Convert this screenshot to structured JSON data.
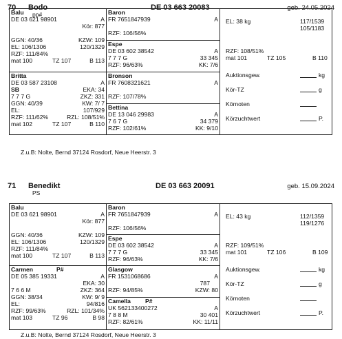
{
  "entries": [
    {
      "number": "70",
      "name": "Bodo",
      "sub": "pp#",
      "reg": "DE 03 663 20083",
      "birth": "geb. 24.05.2024",
      "sire": {
        "name": "Balu",
        "line1": "DE 03 621 98901",
        "line1r": "A",
        "line2r": "Kör: 877",
        "ggn": "GGN: 40/36",
        "kzw": "KZW: 109",
        "el": "EL:  106/1306",
        "elr": "120/1329",
        "rzf": "RZF: 111/84%",
        "mat": "mat 100",
        "tz": "TZ 107",
        "bv": "B 113"
      },
      "sire_sire": {
        "name": "Baron",
        "line1": "FR 7651847939",
        "line1r": "A",
        "rzf": "RZF: 106/56%"
      },
      "sire_dam": {
        "name": "Espe",
        "line1": "DE 03 602 38542",
        "line1r": "A",
        "line2": "7 7 7 G",
        "line2r": "33 345",
        "rzf": "RZF: 96/63%",
        "kk": "KK: 7/6"
      },
      "dam": {
        "name": "Britta",
        "line1": "DE 03 587 23108",
        "line1r": "A",
        "sb": "SB",
        "eka": "EKA: 34",
        "line3": "7 7 7 G",
        "zkz": "ZKZ: 331",
        "ggn": "GGN: 40/39",
        "kw": "KW: 7/ 7",
        "el": "EL:",
        "elr": "107/929",
        "rzf": "RZF: 111/62%",
        "rzl": "RZL: 108/51%",
        "mat": "mat 102",
        "tz": "TZ 107",
        "bv": "B 110"
      },
      "dam_sire": {
        "name": "Bronson",
        "line1": "FR 7608321621",
        "line1r": "A",
        "rzf": "RZF: 107/78%"
      },
      "dam_dam": {
        "name": "Bettina",
        "line1": "DE 13 046 29983",
        "line1r": "A",
        "line2": "7 6 7 G",
        "line2r": "34 379",
        "rzf": "RZF: 102/61%",
        "kk": "KK: 9/10"
      },
      "own": {
        "el": "EL: 38 kg",
        "el1": "117/1539",
        "el2": "105/1183",
        "rzf": "RZF: 108/51%",
        "mat": "mat 101",
        "tz": "TZ 105",
        "bv": "B 110",
        "auction": "Auktionsgew.",
        "kg": "kg",
        "kortz": "Kör-TZ",
        "g": "g",
        "kornoten": "Körnoten",
        "korzucht": "Körzuchtwert",
        "p": "P."
      },
      "footer": "Z.u.B: Nolte, Bernd 37124 Rosdorf, Neue Heerstr. 3"
    },
    {
      "number": "71",
      "name": "Benedikt",
      "sub": "PS",
      "reg": "DE 03 663 20091",
      "birth": "geb. 15.09.2024",
      "sire": {
        "name": "Balu",
        "line1": "DE 03 621 98901",
        "line1r": "A",
        "line2r": "Kör: 877",
        "ggn": "GGN: 40/36",
        "kzw": "KZW: 109",
        "el": "EL:  106/1306",
        "elr": "120/1329",
        "rzf": "RZF: 111/84%",
        "mat": "mat 100",
        "tz": "TZ 107",
        "bv": "B 113"
      },
      "sire_sire": {
        "name": "Baron",
        "line1": "FR 7651847939",
        "line1r": "A",
        "rzf": "RZF: 106/56%"
      },
      "sire_dam": {
        "name": "Espe",
        "line1": "DE 03 602 38542",
        "line1r": "A",
        "line2": "7 7 7 G",
        "line2r": "33 345",
        "rzf": "RZF: 96/63%",
        "kk": "KK: 7/6"
      },
      "dam": {
        "name": "Carmen",
        "namer": "P#",
        "line1": "DE 05 385 19331",
        "line1r": "A",
        "sb": "",
        "eka": "EKA: 30",
        "line3": "7 6 6 M",
        "zkz": "ZKZ: 364",
        "ggn": "GGN: 38/34",
        "kw": "KW: 9/ 9",
        "el": "EL:",
        "elr": "94/816",
        "rzf": "RZF: 99/63%",
        "rzl": "RZL: 101/34%",
        "mat": "mat 103",
        "tz": "TZ 96",
        "bv": "B 98"
      },
      "dam_sire": {
        "name": "Glasgow",
        "line1": "FR 1531068686",
        "line1r": "A",
        "line2r": "787",
        "rzf": "RZF: 94/85%",
        "kzw": "KZW: 80"
      },
      "dam_dam": {
        "name": "Camella",
        "namer": "P#",
        "line1": "UK 562133400272",
        "line1r": "A",
        "line2": "7 8 8 M",
        "line2r": "30 401",
        "rzf": "RZF: 82/61%",
        "kk": "KK: 11/11"
      },
      "own": {
        "el": "EL: 43 kg",
        "el1": "112/1359",
        "el2": "119/1276",
        "rzf": "RZF: 109/51%",
        "mat": "mat 101",
        "tz": "TZ 106",
        "bv": "B 109",
        "auction": "Auktionsgew.",
        "kg": "kg",
        "kortz": "Kör-TZ",
        "g": "g",
        "kornoten": "Körnoten",
        "korzucht": "Körzuchtwert",
        "p": "P."
      },
      "footer": "Z.u.B: Nolte, Bernd 37124 Rosdorf, Neue Heerstr. 3"
    }
  ]
}
